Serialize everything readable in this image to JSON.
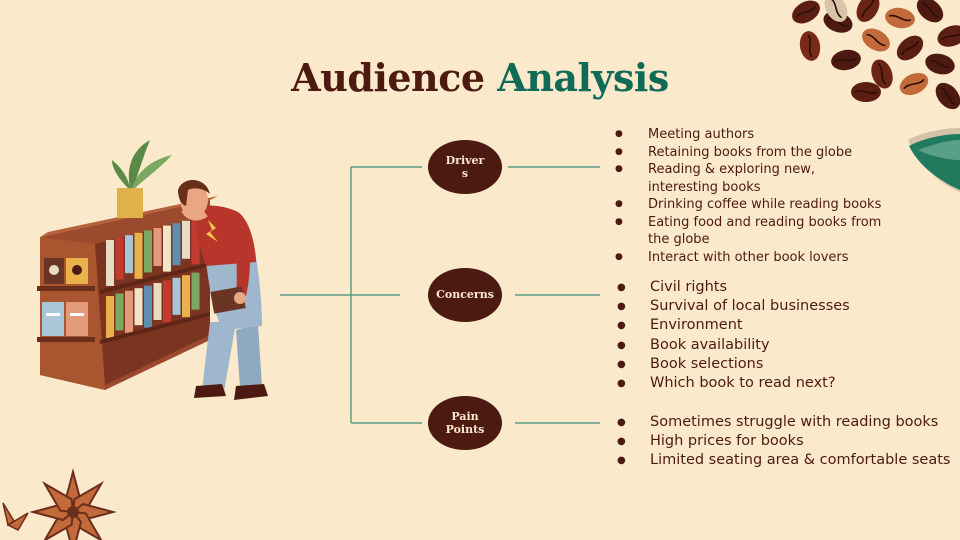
{
  "title": {
    "word1": "Audience",
    "word2": "Analysis"
  },
  "nodes": {
    "drivers": {
      "label_lines": [
        "Driver",
        "s"
      ],
      "items": [
        "Meeting authors",
        "Retaining books from the globe",
        "Reading & exploring new, interesting books",
        "Drinking coffee while reading books",
        "Eating food and reading books from the globe",
        "Interact with other book lovers"
      ]
    },
    "concerns": {
      "label": "Concerns",
      "items": [
        "Civil rights",
        "Survival of local businesses",
        "Environment",
        "Book availability",
        "Book selections",
        "Which book to read next?"
      ]
    },
    "pain_points": {
      "label_lines": [
        "Pain",
        "Points"
      ],
      "items": [
        "Sometimes struggle with reading books",
        "High prices for books",
        "Limited seating area & comfortable seats"
      ]
    }
  },
  "colors": {
    "background": "#fbe9cc",
    "dark_brown": "#4d1a12",
    "teal": "#0f6b55",
    "connector": "#3d8a74"
  },
  "decorations": [
    "coffee-beans",
    "leaf",
    "star-anise",
    "reader-at-bookshelf-illustration"
  ]
}
